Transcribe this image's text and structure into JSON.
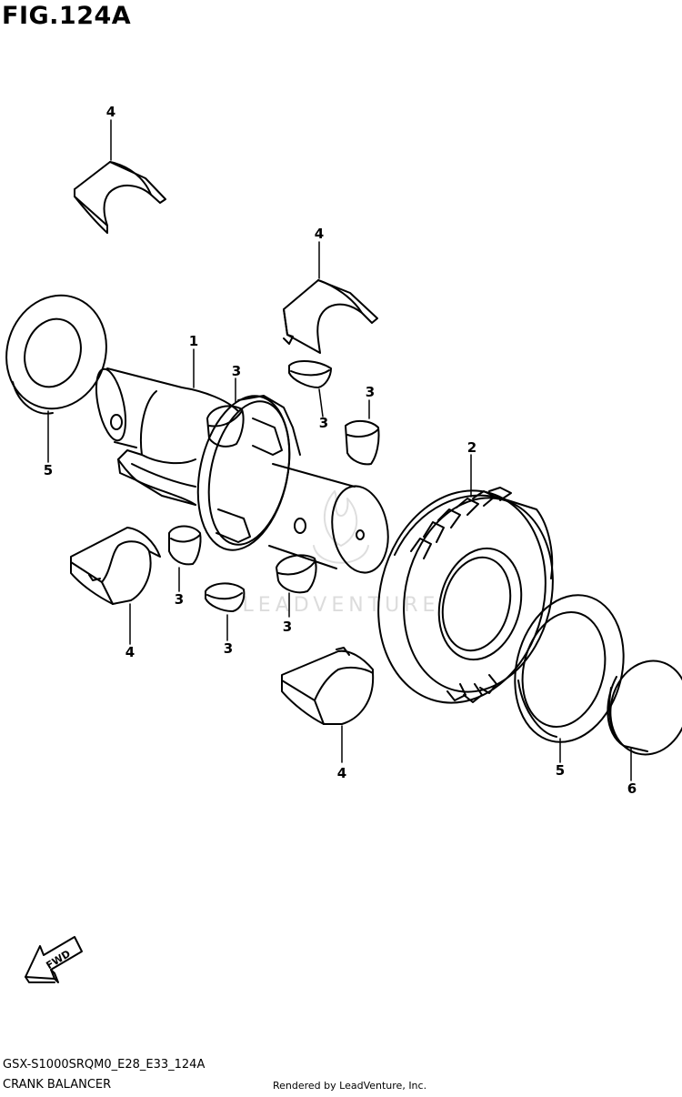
{
  "figure": {
    "title": "FIG.124A",
    "model_code": "GSX-S1000SRQM0_E28_E33_124A",
    "description": "CRANK BALANCER",
    "rendered_by": "Rendered by LeadVenture, Inc.",
    "watermark": "LEADVENTURE"
  },
  "callouts": {
    "c1": "1",
    "c2": "2",
    "c3a": "3",
    "c3b": "3",
    "c3c": "3",
    "c3d": "3",
    "c3e": "3",
    "c3f": "3",
    "c4a": "4",
    "c4b": "4",
    "c4c": "4",
    "c4d": "4",
    "c5a": "5",
    "c5b": "5",
    "c6": "6"
  },
  "direction_indicator": "FWD"
}
